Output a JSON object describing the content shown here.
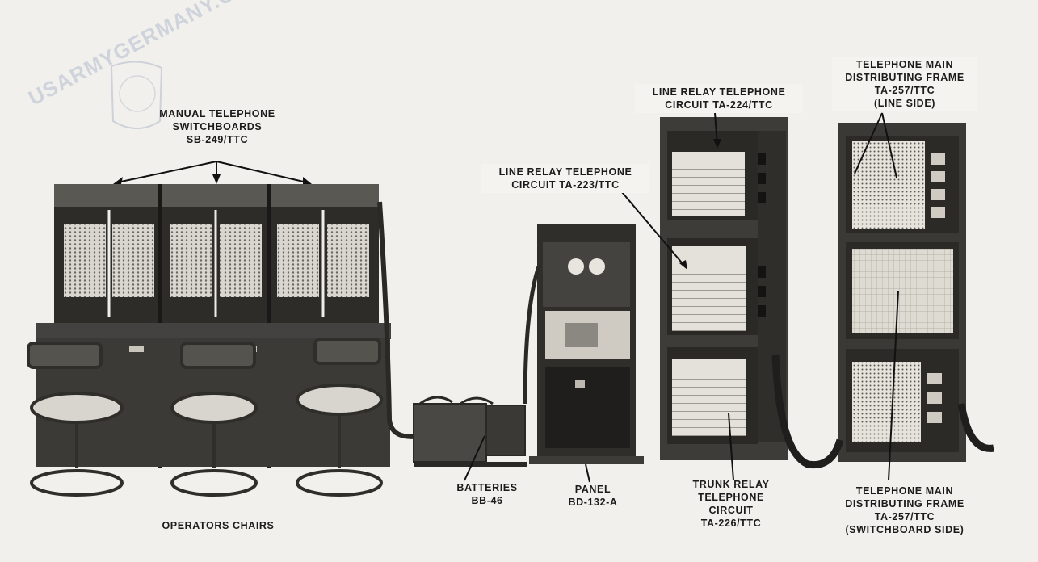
{
  "labels": {
    "switchboards": [
      "MANUAL TELEPHONE",
      "SWITCHBOARDS",
      "SB-249/TTC"
    ],
    "line_relay_223": [
      "LINE RELAY TELEPHONE",
      "CIRCUIT TA-223/TTC"
    ],
    "line_relay_224": [
      "LINE RELAY TELEPHONE",
      "CIRCUIT TA-224/TTC"
    ],
    "frame_line_side": [
      "TELEPHONE MAIN",
      "DISTRIBUTING FRAME",
      "TA-257/TTC",
      "(LINE SIDE)"
    ],
    "batteries": [
      "BATTERIES",
      "BB-46"
    ],
    "panel": [
      "PANEL",
      "BD-132-A"
    ],
    "trunk_relay": [
      "TRUNK RELAY",
      "TELEPHONE",
      "CIRCUIT",
      "TA-226/TTC"
    ],
    "frame_switchboard_side": [
      "TELEPHONE MAIN",
      "DISTRIBUTING FRAME",
      "TA-257/TTC",
      "(SWITCHBOARD SIDE)"
    ],
    "operators_chairs": [
      "OPERATORS CHAIRS"
    ]
  },
  "watermark": [
    "USARMYGERMANY.COM"
  ],
  "colors": {
    "paper": "#f1f0ec",
    "ink": "#1b1b1b",
    "cabinet": "#3b3a36",
    "panel_light": "#cfcbc2"
  }
}
